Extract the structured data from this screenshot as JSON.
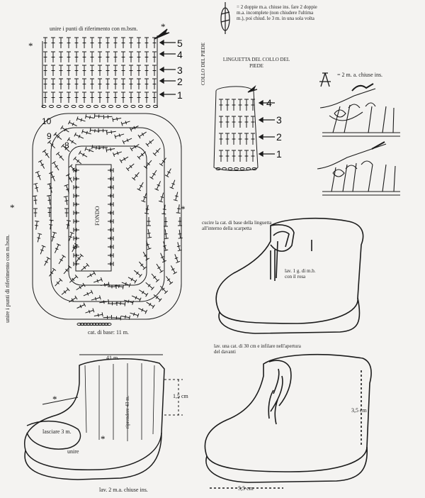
{
  "top_label": "unire i punti di riferimento con m.bsm.",
  "side_label": "unire i punti di riferimento con m.bsm.",
  "collo_label": "COLLO DEL PIEDE",
  "rows_main": [
    "5",
    "4",
    "3",
    "2",
    "1"
  ],
  "rows_sole": [
    "10",
    "9",
    "8"
  ],
  "fondo_label": "FONDO",
  "base_chain_label": "cat. di base: 11 m.",
  "legend_double": "= 2 doppie m.a. chiuse ins. fare 2 doppie m.a. incomplete (non chiudere l'ultima m.), poi chiud. le 3 m. in una sola volta",
  "legend_triple": "= 2 m. a. chiuse ins.",
  "tongue_title": "LINGUETTA DEL COLLO DEL PIEDE",
  "tongue_rows": [
    "4",
    "3",
    "2",
    "1"
  ],
  "attach_note": "cucire la cat. di base della linguetta all'interno della scarpetta",
  "pink_note": "lav. 1 g. di m.b. con il rosa",
  "lace_note": "lav. una cat. di 30 cm e infilare nell'apertura del davanti",
  "width_41": "41 m.",
  "height_15": "1,5 cm",
  "riprendere": "riprendere 43 m.",
  "lasciare": "lasciare 3 m.",
  "unire": "unire",
  "bottom_label": "lav. 2 m.a. chiuse ins.",
  "height_35": "3,5 cm",
  "width_55": "5,5 cm",
  "star_symbol": "*",
  "colors": {
    "ink": "#1b1b1b",
    "paper": "#f4f3f1"
  }
}
